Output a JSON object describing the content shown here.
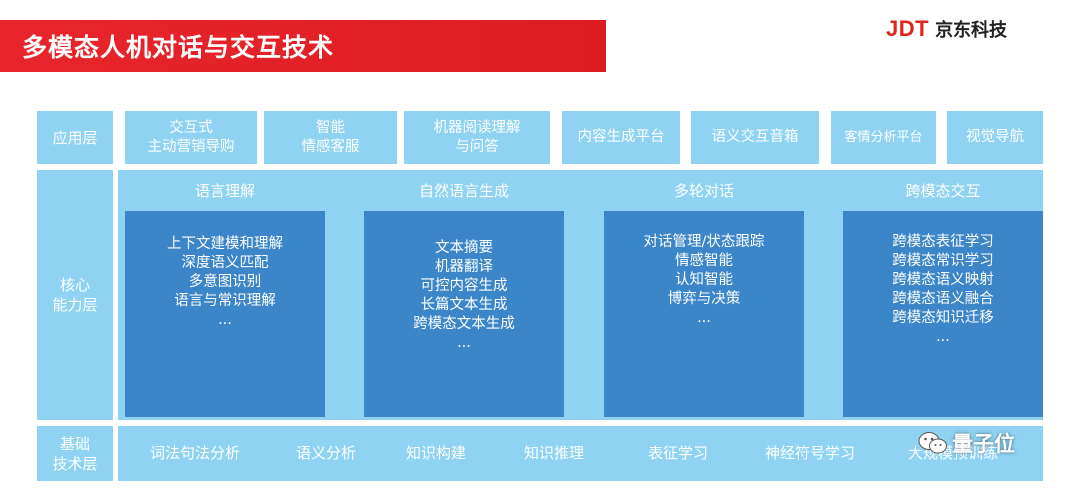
{
  "title": "多模态人机对话与交互技术",
  "logo": {
    "mark": "JDT",
    "text": "京东科技"
  },
  "layers": {
    "application": "应用层",
    "core": "核心\n能力层",
    "base": "基础\n技术层"
  },
  "applications": [
    "交互式\n主动营销导购",
    "智能\n情感客服",
    "机器阅读理解\n与问答",
    "内容生成平台",
    "语义交互音箱",
    "客情分析平台",
    "视觉导航"
  ],
  "capabilities": [
    {
      "header": "语言理解",
      "items": [
        "上下文建模和理解",
        "深度语义匹配",
        "多意图识别",
        "语言与常识理解",
        "..."
      ]
    },
    {
      "header": "自然语言生成",
      "items": [
        "文本摘要",
        "机器翻译",
        "可控内容生成",
        "长篇文本生成",
        "跨模态文本生成",
        "..."
      ]
    },
    {
      "header": "多轮对话",
      "items": [
        "对话管理/状态跟踪",
        "情感智能",
        "认知智能",
        "博弈与决策",
        "..."
      ]
    },
    {
      "header": "跨模态交互",
      "items": [
        "跨模态表征学习",
        "跨模态常识学习",
        "跨模态语义映射",
        "跨模态语义融合",
        "跨模态知识迁移",
        "..."
      ]
    }
  ],
  "base_tech": [
    "词法句法分析",
    "语义分析",
    "知识构建",
    "知识推理",
    "表征学习",
    "神经符号学习",
    "大规模预训练"
  ],
  "watermark": "量子位",
  "colors": {
    "banner_red": "#e8252c",
    "light_blue": "#8fd2f2",
    "dark_blue": "#3b86c9"
  }
}
